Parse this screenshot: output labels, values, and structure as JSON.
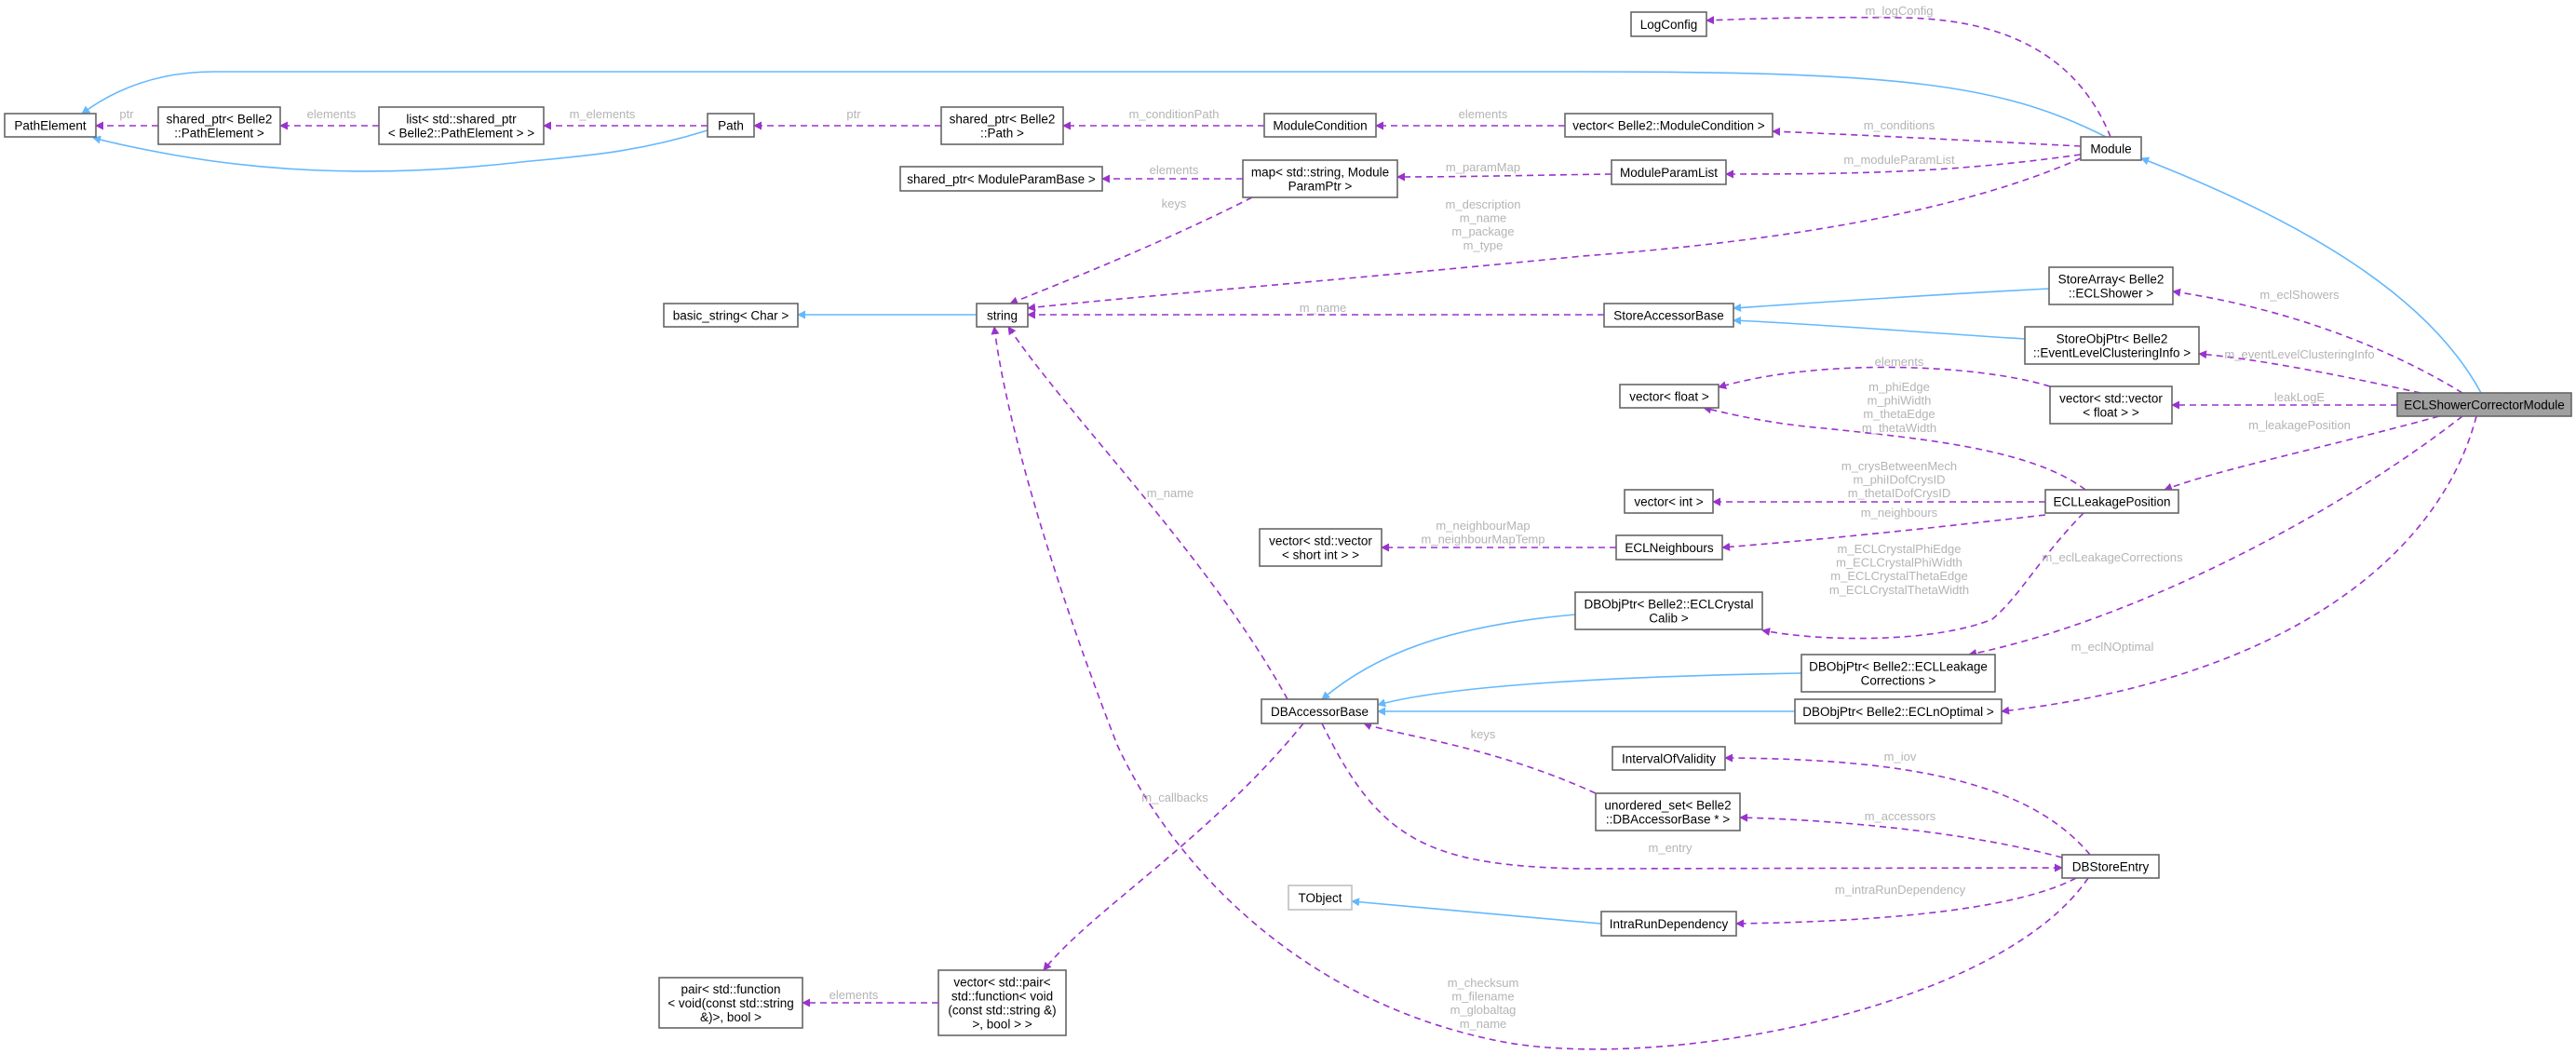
{
  "colors": {
    "inheritance": "#63b8ff",
    "usage": "#9a32cd",
    "edge_label": "#b4b4b4",
    "focus_node_fill": "#a0a0a0"
  },
  "nodes": {
    "PathElement": {
      "lines": [
        "PathElement"
      ]
    },
    "SpPathElement": {
      "lines": [
        "shared_ptr< Belle2",
        "::PathElement >"
      ]
    },
    "ListSpPathElement": {
      "lines": [
        "list< std::shared_ptr",
        "< Belle2::PathElement > >"
      ]
    },
    "Path": {
      "lines": [
        "Path"
      ]
    },
    "SpPath": {
      "lines": [
        "shared_ptr< Belle2",
        "::Path >"
      ]
    },
    "ModuleCondition": {
      "lines": [
        "ModuleCondition"
      ]
    },
    "VecModuleCondition": {
      "lines": [
        "vector< Belle2::ModuleCondition >"
      ]
    },
    "LogConfig": {
      "lines": [
        "LogConfig"
      ]
    },
    "Module": {
      "lines": [
        "Module"
      ]
    },
    "SpModuleParamBase": {
      "lines": [
        "shared_ptr< ModuleParamBase >"
      ]
    },
    "MapModuleParam": {
      "lines": [
        "map< std::string, Module",
        "ParamPtr >"
      ]
    },
    "ModuleParamList": {
      "lines": [
        "ModuleParamList"
      ]
    },
    "BasicString": {
      "lines": [
        "basic_string< Char >"
      ]
    },
    "String": {
      "lines": [
        "string"
      ]
    },
    "StoreAccessorBase": {
      "lines": [
        "StoreAccessorBase"
      ]
    },
    "StoreArray": {
      "lines": [
        "StoreArray< Belle2",
        "::ECLShower >"
      ]
    },
    "StoreObjPtr": {
      "lines": [
        "StoreObjPtr< Belle2",
        "::EventLevelClusteringInfo >"
      ]
    },
    "VecVecFloat": {
      "lines": [
        "vector< std::vector",
        "< float > >"
      ]
    },
    "ECLShowerCorrectorModule": {
      "lines": [
        "ECLShowerCorrectorModule"
      ]
    },
    "VecFloat": {
      "lines": [
        "vector< float >"
      ]
    },
    "VecInt": {
      "lines": [
        "vector< int >"
      ]
    },
    "ECLLeakagePosition": {
      "lines": [
        "ECLLeakagePosition"
      ]
    },
    "ECLNeighbours": {
      "lines": [
        "ECLNeighbours"
      ]
    },
    "VecVecShort": {
      "lines": [
        "vector< std::vector",
        "< short int > >"
      ]
    },
    "DBObjCrystalCalib": {
      "lines": [
        "DBObjPtr< Belle2::ECLCrystal",
        "Calib >"
      ]
    },
    "DBObjLeakage": {
      "lines": [
        "DBObjPtr< Belle2::ECLLeakage",
        "Corrections >"
      ]
    },
    "DBAccessorBase": {
      "lines": [
        "DBAccessorBase"
      ]
    },
    "DBObjNOptimal": {
      "lines": [
        "DBObjPtr< Belle2::ECLnOptimal >"
      ]
    },
    "IntervalOfValidity": {
      "lines": [
        "IntervalOfValidity"
      ]
    },
    "UnorderedSet": {
      "lines": [
        "unordered_set< Belle2",
        "::DBAccessorBase * >"
      ]
    },
    "DBStoreEntry": {
      "lines": [
        "DBStoreEntry"
      ]
    },
    "TObject": {
      "lines": [
        "TObject"
      ]
    },
    "IntraRunDependency": {
      "lines": [
        "IntraRunDependency"
      ]
    },
    "VecPair": {
      "lines": [
        "vector< std::pair<",
        "std::function< void",
        "(const std::string &)",
        ">, bool > >"
      ]
    },
    "Pair": {
      "lines": [
        "pair< std::function",
        "< void(const std::string",
        "&)>, bool >"
      ]
    }
  },
  "edge_labels": {
    "u1": [
      "ptr"
    ],
    "u2": [
      "elements"
    ],
    "u3": [
      "m_elements"
    ],
    "u4": [
      "ptr"
    ],
    "u5": [
      "m_conditionPath"
    ],
    "u6": [
      "elements"
    ],
    "u7": [
      "m_conditions"
    ],
    "u8": [
      "m_logConfig"
    ],
    "u9": [
      "m_moduleParamList"
    ],
    "u10": [
      "m_paramMap"
    ],
    "u11": [
      "elements"
    ],
    "u12": [
      "keys"
    ],
    "u13": [
      "m_description",
      "m_name",
      "m_package",
      "m_type"
    ],
    "u14": [
      "m_name"
    ],
    "u15": [
      "m_name"
    ],
    "u16": [
      "m_checksum",
      "m_filename",
      "m_globaltag",
      "m_name"
    ],
    "u17": [
      "m_eclShowers"
    ],
    "u18": [
      "m_eventLevelClusteringInfo"
    ],
    "u19": [
      "leakLogE"
    ],
    "u20": [
      "m_leakagePosition"
    ],
    "u21": [
      "m_eclLeakageCorrections"
    ],
    "u22": [
      "m_eclNOptimal"
    ],
    "u23": [
      "elements"
    ],
    "u24": [
      "m_phiEdge",
      "m_phiWidth",
      "m_thetaEdge",
      "m_thetaWidth"
    ],
    "u25": [
      "m_crysBetweenMech",
      "m_phiIDofCrysID",
      "m_thetaIDofCrysID"
    ],
    "u26": [
      "m_neighbours"
    ],
    "u27": [
      "m_ECLCrystalPhiEdge",
      "m_ECLCrystalPhiWidth",
      "m_ECLCrystalThetaEdge",
      "m_ECLCrystalThetaWidth"
    ],
    "u28": [
      "m_neighbourMap",
      "m_neighbourMapTemp"
    ],
    "u29": [
      "m_iov"
    ],
    "u30": [
      "m_accessors"
    ],
    "u31": [
      "m_intraRunDependency"
    ],
    "u32": [
      "m_entry"
    ],
    "u33": [
      "keys"
    ],
    "u34": [
      "m_callbacks"
    ],
    "u35": [
      "elements"
    ]
  }
}
